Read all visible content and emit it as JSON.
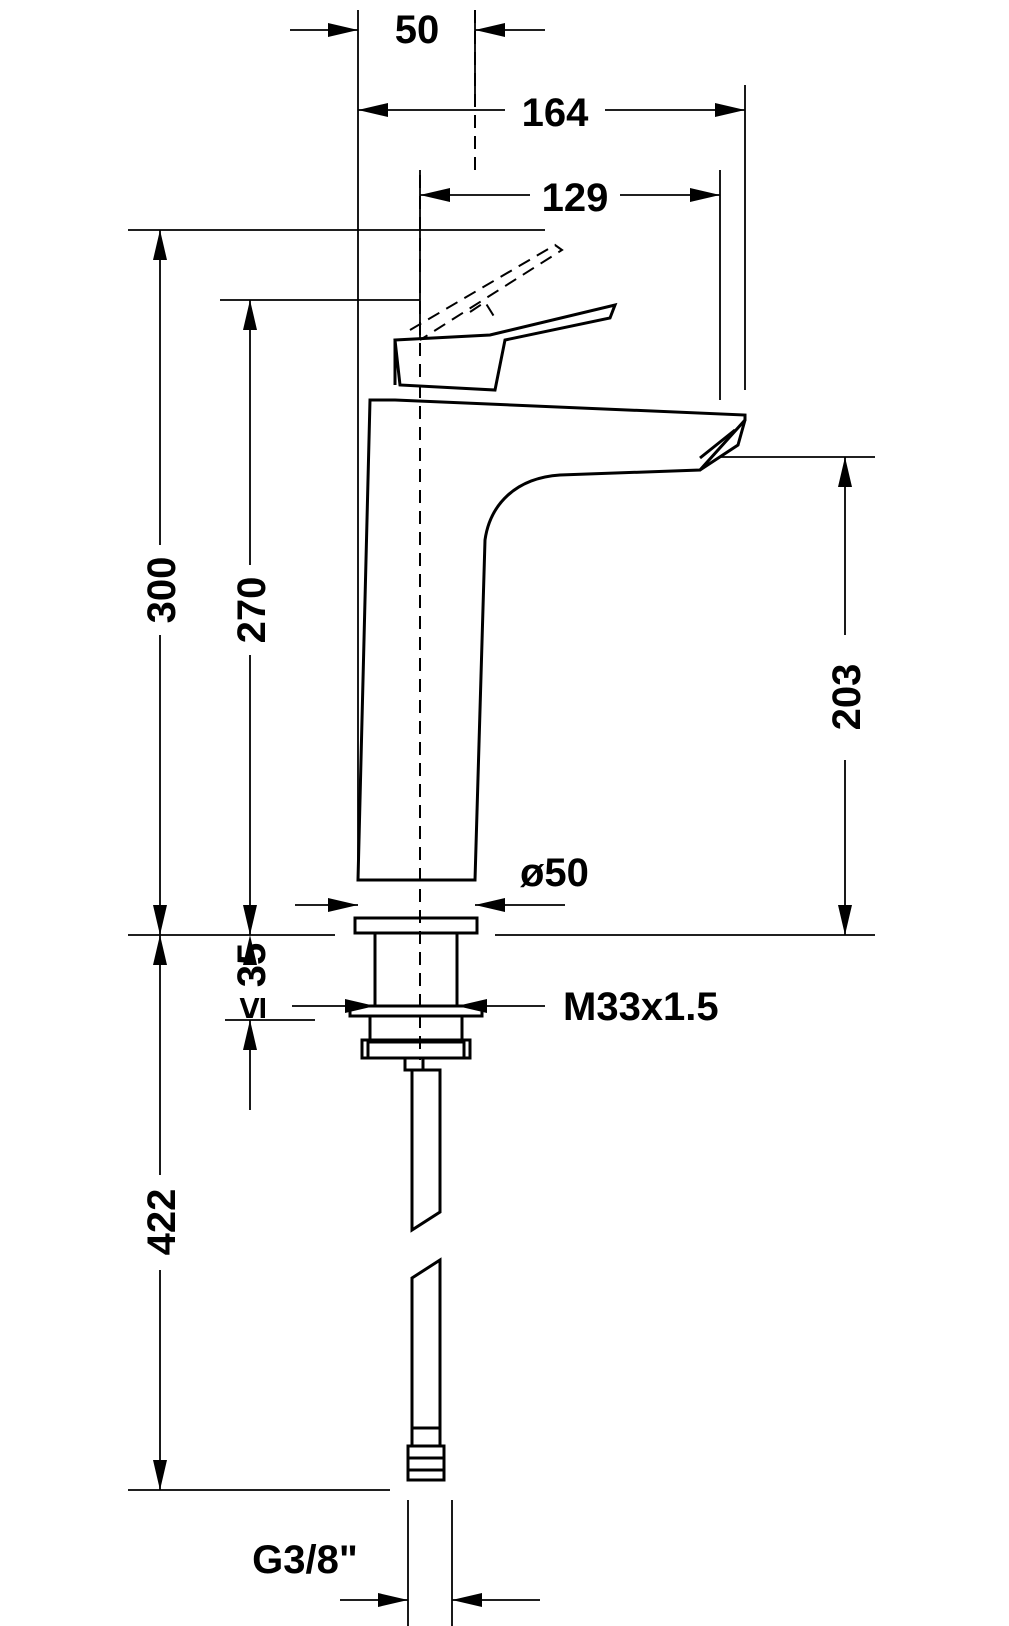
{
  "dimensions": {
    "spout_offset": "50",
    "overall_depth": "164",
    "spout_reach": "129",
    "overall_height": "300",
    "body_height": "270",
    "outlet_height": "203",
    "body_diameter": "ø50",
    "max_deck_thickness": "35",
    "max_deck_symbol": "≤",
    "thread": "M33x1.5",
    "hose_length": "422",
    "hose_connection": "G3/8\""
  }
}
